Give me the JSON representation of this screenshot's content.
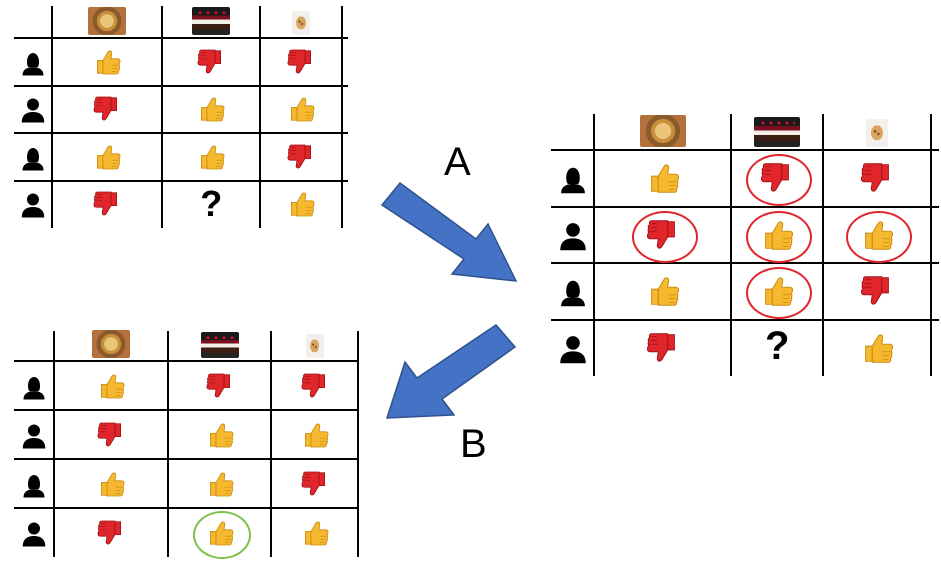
{
  "food_columns": [
    {
      "name": "pie-image",
      "icon": "apple-pie"
    },
    {
      "name": "cake-image",
      "icon": "chocolate-cake"
    },
    {
      "name": "cookie-image",
      "icon": "cookie"
    }
  ],
  "ratings": [
    [
      "like",
      "dislike",
      "dislike"
    ],
    [
      "dislike",
      "like",
      "like"
    ],
    [
      "like",
      "like",
      "dislike"
    ],
    [
      "dislike",
      "?",
      "like"
    ]
  ],
  "users": [
    {
      "icon": "person-female-icon"
    },
    {
      "icon": "person-male-icon"
    },
    {
      "icon": "person-female-icon"
    },
    {
      "icon": "person-male-icon"
    }
  ],
  "highlighted_in_A": [
    [
      0,
      1
    ],
    [
      1,
      0
    ],
    [
      1,
      1
    ],
    [
      1,
      2
    ],
    [
      2,
      1
    ]
  ],
  "predicted_in_B": {
    "row": 3,
    "col": 1,
    "value": "like"
  },
  "question_mark": "?",
  "arrow_labels": {
    "a": "A",
    "b": "B"
  },
  "colors": {
    "arrow_fill": "#4472c4",
    "arrow_stroke": "#2f528f",
    "like": "#f5b82e",
    "dislike": "#e0262b",
    "highlight_red": "#e0262b",
    "highlight_green": "#7dc24a"
  }
}
